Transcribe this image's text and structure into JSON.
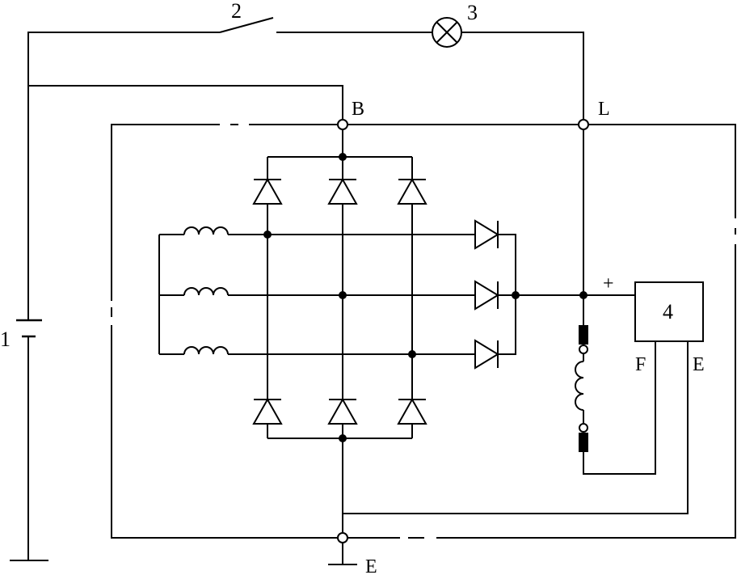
{
  "labels": {
    "battery": "1",
    "switch": "2",
    "lamp": "3",
    "regulator": "4",
    "terminal_b": "B",
    "terminal_l": "L",
    "terminal_f": "F",
    "terminal_e_reg": "E",
    "terminal_e_ground": "E",
    "plus": "+"
  },
  "colors": {
    "line": "#000000",
    "background": "#ffffff"
  }
}
